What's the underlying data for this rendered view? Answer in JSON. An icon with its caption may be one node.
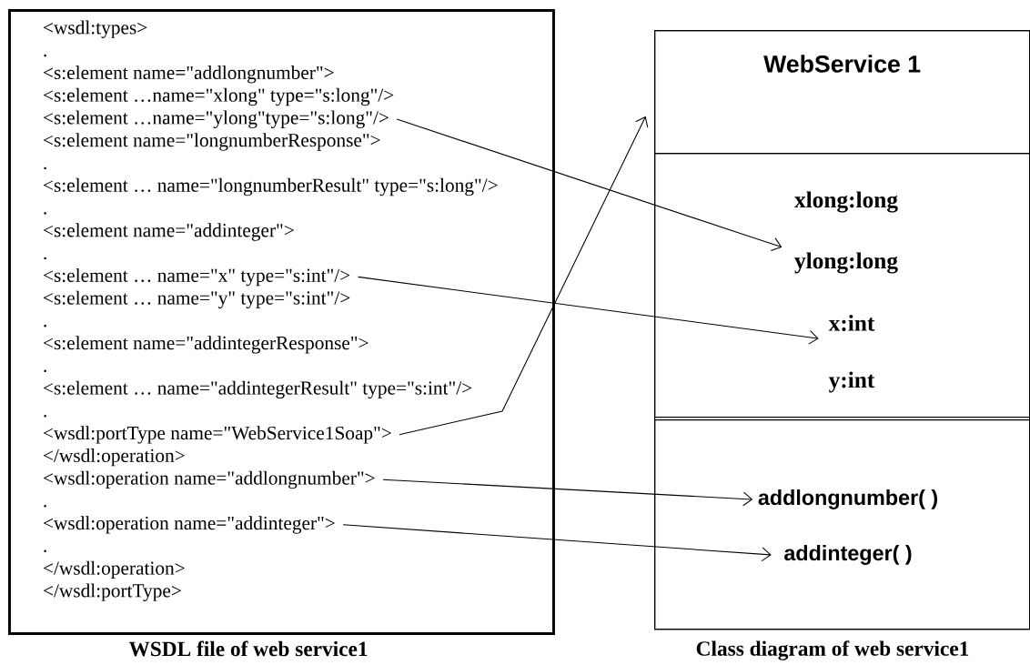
{
  "diagram": {
    "nodes": [
      {
        "text": [],
        "shape": "box"
      },
      {
        "text": [
          "<wsdl:types>"
        ],
        "in": 0
      },
      {
        "text": [
          "."
        ],
        "in": 0
      },
      {
        "text": [
          "<s:element name=\"addlongnumber\">"
        ],
        "in": 0
      },
      {
        "text": [
          "<s:element …name=\"xlong\" type=\"s:long\"/>"
        ],
        "in": 0
      },
      {
        "text": [
          "<s:element …name=\"ylong\"type=\"s:long\"/>"
        ],
        "in": 0
      },
      {
        "text": [
          "<s:element name=\"longnumberResponse\">"
        ],
        "in": 0
      },
      {
        "text": [
          "."
        ],
        "in": 0
      },
      {
        "text": [
          "<s:element … name=\"longnumberResult\" type=\"s:long\"/>"
        ],
        "in": 0
      },
      {
        "text": [
          "."
        ],
        "in": 0
      },
      {
        "text": [
          "<s:element name=\"addinteger\">"
        ],
        "in": 0
      },
      {
        "text": [
          "."
        ],
        "in": 0
      },
      {
        "text": [
          "<s:element … name=\"x\" type=\"s:int\"/>"
        ],
        "in": 0
      },
      {
        "text": [
          "<s:element … name=\"y\" type=\"s:int\"/>"
        ],
        "in": 0
      },
      {
        "text": [
          "."
        ],
        "in": 0
      },
      {
        "text": [
          "<s:element name=\"addintegerResponse\">"
        ],
        "in": 0
      },
      {
        "text": [
          "."
        ],
        "in": 0
      },
      {
        "text": [
          "<s:element … name=\"addintegerResult\" type=\"s:int\"/>"
        ],
        "in": 0
      },
      {
        "text": [
          "."
        ],
        "in": 0
      },
      {
        "text": [
          "<wsdl:portType name=\"WebService1Soap\">"
        ],
        "in": 0
      },
      {
        "text": [
          "</wsdl:operation>"
        ],
        "in": 0
      },
      {
        "text": [
          "<wsdl:operation name=\"addlongnumber\">"
        ],
        "in": 0
      },
      {
        "text": [
          "."
        ],
        "in": 0
      },
      {
        "text": [
          "<wsdl:operation name=\"addinteger\">"
        ],
        "in": 0
      },
      {
        "text": [
          "."
        ],
        "in": 0
      },
      {
        "text": [
          "</wsdl:operation>"
        ],
        "in": 0
      },
      {
        "text": [
          "</wsdl:portType>"
        ],
        "in": 0
      },
      {
        "text": [],
        "shape": "box"
      },
      {
        "text": [
          "WebService 1"
        ],
        "in": 27
      },
      {
        "text": [],
        "shape": "box",
        "in": 27
      },
      {
        "text": [
          "xlong:long"
        ],
        "in": 29
      },
      {
        "text": [
          "ylong:long"
        ],
        "in": 29
      },
      {
        "text": [
          "x:int"
        ],
        "in": 29
      },
      {
        "text": [
          "y:int"
        ],
        "in": 29
      },
      {
        "text": [],
        "shape": "box",
        "in": 27
      },
      {
        "text": [
          "addlongnumber( )"
        ],
        "in": 34
      },
      {
        "text": [
          "addinteger( )"
        ],
        "in": 34
      }
    ],
    "edges": [
      {
        "from": 5,
        "to": 31,
        "arrow": "to"
      },
      {
        "from": 12,
        "to": 32,
        "arrow": "to"
      },
      {
        "from": 19,
        "to": 28,
        "arrow": "to"
      },
      {
        "from": 21,
        "to": 35,
        "arrow": "to"
      },
      {
        "from": 23,
        "to": 36,
        "arrow": "to"
      }
    ],
    "labels": [
      "WSDL file of web service1",
      "Class diagram of web service1"
    ]
  }
}
